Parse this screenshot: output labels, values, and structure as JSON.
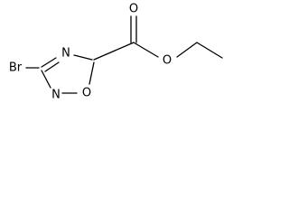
{
  "molecule": {
    "atoms": {
      "bromine": "Br",
      "ring_nitrogen_top": "N",
      "ring_nitrogen_bottom": "N",
      "ring_oxygen": "O",
      "carbonyl_oxygen": "O",
      "ester_oxygen": "O"
    }
  }
}
